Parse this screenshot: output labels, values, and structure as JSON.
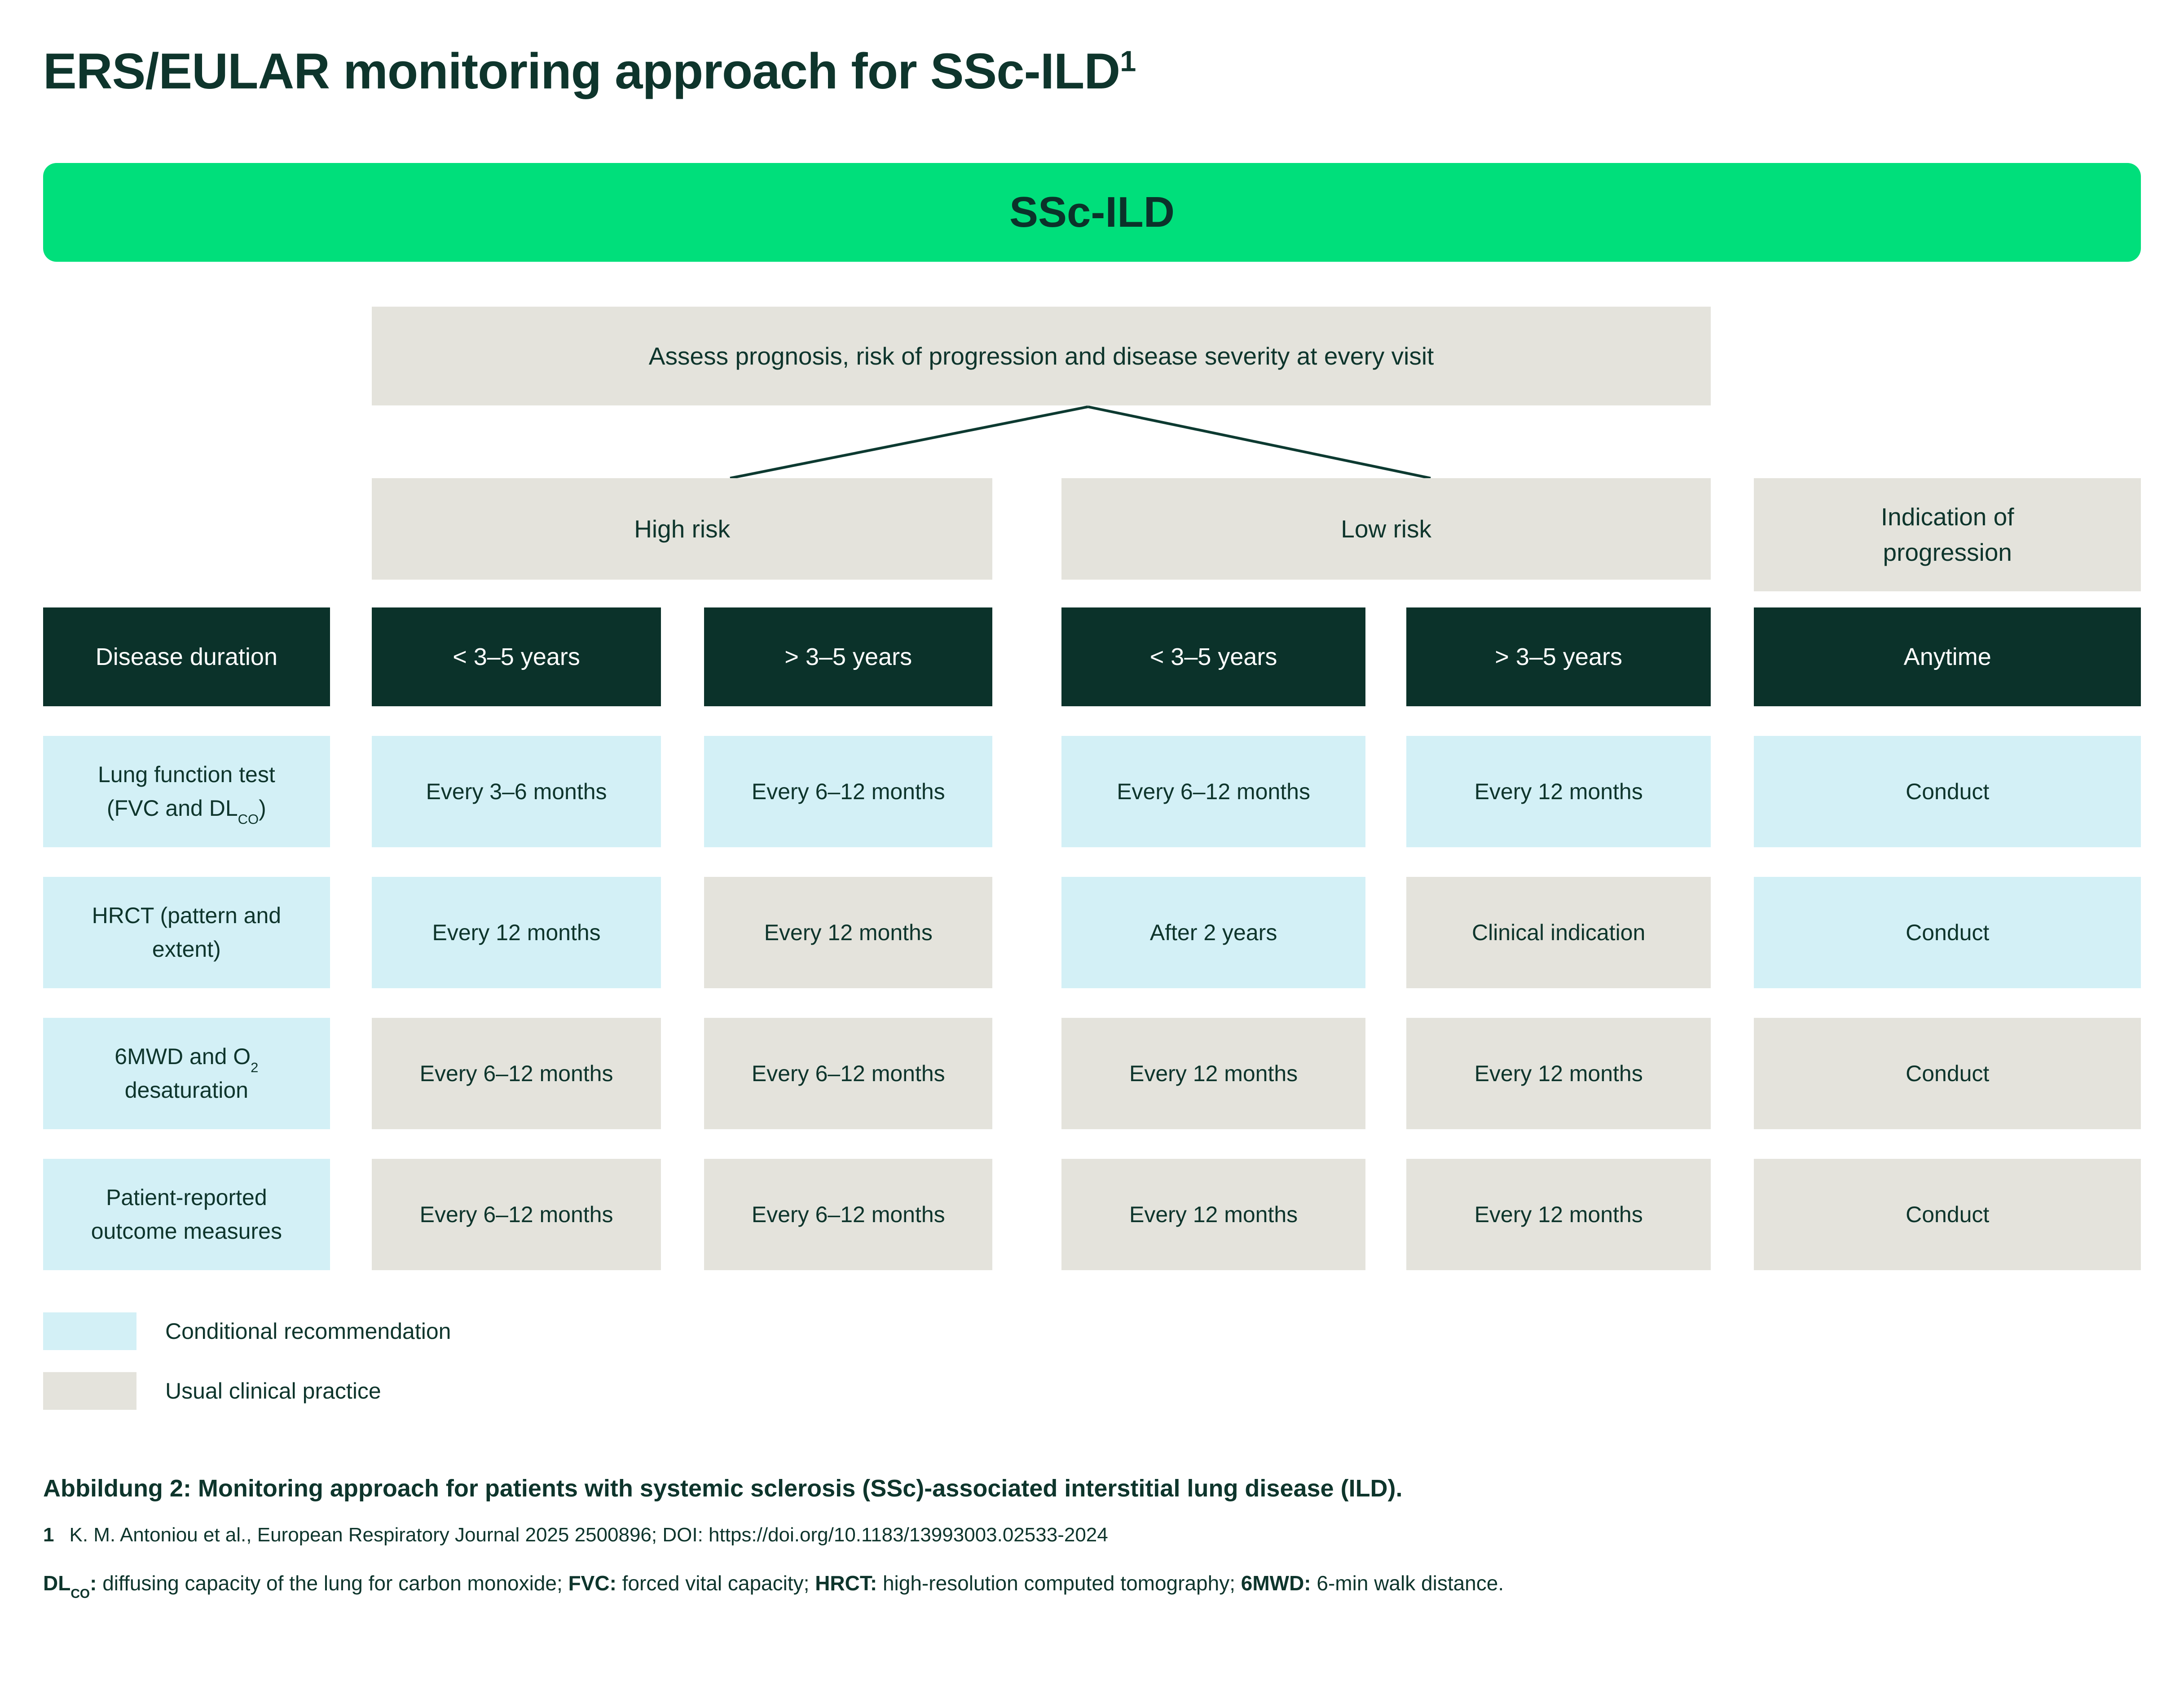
{
  "colors": {
    "banner_green": "#00df7b",
    "header_dark_green": "#0b322a",
    "conditional_blue": "#d3f0f6",
    "usual_grey": "#e4e3dc",
    "text_dark_green": "#0e352c",
    "connector_line": "#0d3a31"
  },
  "header": {
    "title": "ERS/EULAR monitoring approach for SSc-ILD",
    "title_footnote_marker": "1"
  },
  "banner": {
    "label": "SSc-ILD"
  },
  "flow": {
    "assess_label": "Assess prognosis, risk of progression and disease severity at every visit",
    "risk_groups": [
      {
        "label": "High risk"
      },
      {
        "label": "Low risk"
      },
      {
        "label_line1": "Indication of",
        "label_line2": "progression"
      }
    ]
  },
  "table": {
    "corner_label": "Disease duration",
    "column_headers": [
      "< 3–5 years",
      "> 3–5 years",
      "< 3–5 years",
      "> 3–5 years",
      "Anytime"
    ],
    "rows": [
      {
        "label_line1": "Lung function test",
        "label_line2_pre": "(FVC and DL",
        "label_line2_sub": "CO",
        "label_line2_post": ")",
        "cells": [
          {
            "text": "Every 3–6 months",
            "type": "conditional"
          },
          {
            "text": "Every 6–12 months",
            "type": "conditional"
          },
          {
            "text": "Every 6–12 months",
            "type": "conditional"
          },
          {
            "text": "Every 12 months",
            "type": "conditional"
          },
          {
            "text": "Conduct",
            "type": "conditional"
          }
        ]
      },
      {
        "label_line1": "HRCT (pattern and",
        "label_line2": "extent)",
        "cells": [
          {
            "text": "Every 12 months",
            "type": "conditional"
          },
          {
            "text": "Every 12 months",
            "type": "usual"
          },
          {
            "text": "After 2 years",
            "type": "conditional"
          },
          {
            "text": "Clinical indication",
            "type": "usual"
          },
          {
            "text": "Conduct",
            "type": "conditional"
          }
        ]
      },
      {
        "label_line1_pre": "6MWD and O",
        "label_line1_sub": "2",
        "label_line2": "desaturation",
        "cells": [
          {
            "text": "Every 6–12 months",
            "type": "usual"
          },
          {
            "text": "Every 6–12 months",
            "type": "usual"
          },
          {
            "text": "Every 12 months",
            "type": "usual"
          },
          {
            "text": "Every 12 months",
            "type": "usual"
          },
          {
            "text": "Conduct",
            "type": "usual"
          }
        ]
      },
      {
        "label_line1": "Patient-reported",
        "label_line2": "outcome measures",
        "cells": [
          {
            "text": "Every 6–12 months",
            "type": "usual"
          },
          {
            "text": "Every 6–12 months",
            "type": "usual"
          },
          {
            "text": "Every 12 months",
            "type": "usual"
          },
          {
            "text": "Every 12 months",
            "type": "usual"
          },
          {
            "text": "Conduct",
            "type": "usual"
          }
        ]
      }
    ]
  },
  "legend": [
    {
      "label": "Conditional recommendation",
      "type": "conditional"
    },
    {
      "label": "Usual clinical practice",
      "type": "usual"
    }
  ],
  "footer": {
    "caption": "Abbildung 2: Monitoring approach for patients with systemic sclerosis (SSc)-associated interstitial lung disease (ILD).",
    "reference_marker": "1",
    "reference_text": "K. M. Antoniou et al., European Respiratory Journal 2025 2500896; DOI: https://doi.org/10.1183/13993003.02533-2024",
    "abbreviations": [
      {
        "term_pre": "DL",
        "term_sub": "CO",
        "term_post": ":",
        "definition": " diffusing capacity of the lung for carbon monoxide; "
      },
      {
        "term": "FVC:",
        "definition": " forced vital capacity; "
      },
      {
        "term": "HRCT:",
        "definition": " high-resolution computed tomography; "
      },
      {
        "term": "6MWD:",
        "definition": " 6-min walk distance."
      }
    ]
  }
}
